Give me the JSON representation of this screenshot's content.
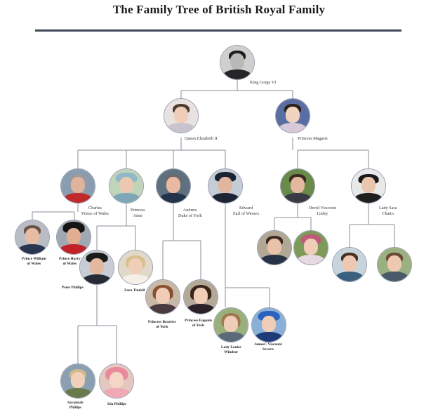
{
  "title": "The Family Tree of British Royal Family",
  "colors": {
    "rule": "#3f4758",
    "connector": "#8a8e99",
    "node_border": "#9a9fb0"
  },
  "people": {
    "king_george": {
      "name": "King Gorge VI"
    },
    "queen_elizabeth": {
      "name": "Queen Elizabeth II"
    },
    "princess_margaret": {
      "name": "Princess Magaret"
    },
    "charles": {
      "line1": "Charles",
      "line2": "Prince of Wales"
    },
    "anne": {
      "line1": "Princess",
      "line2": "Anne"
    },
    "andrew": {
      "line1": "Andrew",
      "line2": "Duke of York"
    },
    "edward": {
      "line1": "Edward",
      "line2": "Earl of Wessex"
    },
    "david": {
      "line1": "Devid Viscount",
      "line2": "Linley"
    },
    "sarah": {
      "line1": "Lady Sara",
      "line2": "Chatto"
    },
    "william": {
      "line1": "Prince William",
      "line2": "of Wales"
    },
    "harry": {
      "line1": "Prince Harry",
      "line2": "of Wales"
    },
    "peter": {
      "name": "Peter Phillips"
    },
    "zara": {
      "name": "Zara Tindall"
    },
    "beatrice": {
      "line1": "Princess Beatrice",
      "line2": "of York"
    },
    "eugenie": {
      "line1": "Princess Eugenie",
      "line2": "of York"
    },
    "louise": {
      "line1": "Lady Louise",
      "line2": "Windsor"
    },
    "james": {
      "line1": "JamesC Viscount",
      "line2": "Severn"
    },
    "savannah": {
      "line1": "Savannah",
      "line2": "Phillips"
    },
    "isla": {
      "name": "Isla Phillips"
    }
  }
}
